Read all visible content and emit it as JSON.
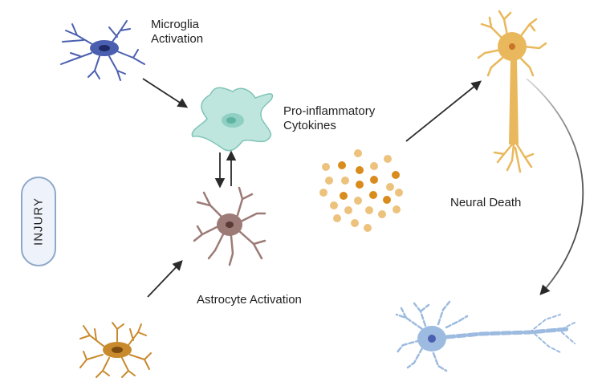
{
  "labels": {
    "microglia_line1": "Microglia",
    "microglia_line2": "Activation",
    "cytokines_line1": "Pro-inflammatory",
    "cytokines_line2": "Cytokines",
    "astrocyte": "Astrocyte Activation",
    "neural_death": "Neural Death",
    "injury": "INJURY"
  },
  "colors": {
    "microglia": "#4a5fb0",
    "activated_microglia": "#bfe6de",
    "reactive_astrocyte": "#9c7b76",
    "resting_astrocyte": "#c98a2e",
    "healthy_neuron": "#e9b85c",
    "dying_neuron": "#9dbbe0",
    "cytokine_light": "#ecc27c",
    "cytokine_dark": "#d98b1c",
    "arrow": "#2a2a2a"
  }
}
